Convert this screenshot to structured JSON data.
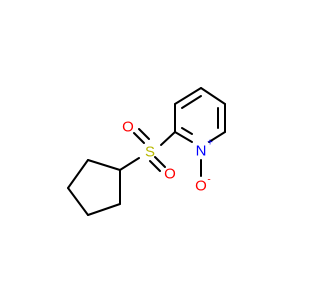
{
  "molecule": {
    "colors": {
      "bond": "#000000",
      "sulfur": "#B8B800",
      "oxygen": "#FF0000",
      "nitrogen": "#0000FF",
      "background": "#FFFFFF"
    },
    "atoms": {
      "sulfur": "S",
      "oxygen_upper": "O",
      "oxygen_lower": "O",
      "nitrogen": "N",
      "n_oxide_oxygen": "O"
    },
    "charges": {
      "nitrogen": "+",
      "n_oxide_oxygen": "-"
    }
  }
}
